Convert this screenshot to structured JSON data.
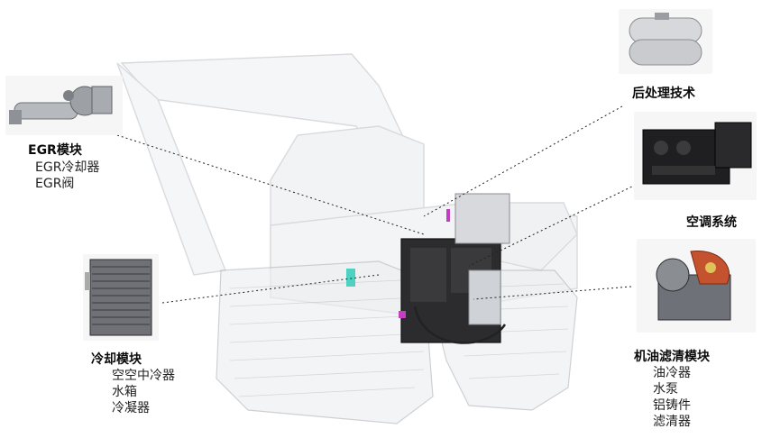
{
  "callouts": {
    "egr": {
      "title": "EGR模块",
      "items": [
        "EGR冷却器",
        "EGR阀"
      ]
    },
    "aftertreatment": {
      "title": "后处理技术"
    },
    "hvac": {
      "title": "空调系统"
    },
    "cooling": {
      "title": "冷却模块",
      "items": [
        "空空中冷器",
        "水箱",
        "冷凝器"
      ]
    },
    "oil_filter": {
      "title": "机油滤清模块",
      "items": [
        "油冷器",
        "水泵",
        "铝铸件",
        "滤清器"
      ]
    }
  }
}
